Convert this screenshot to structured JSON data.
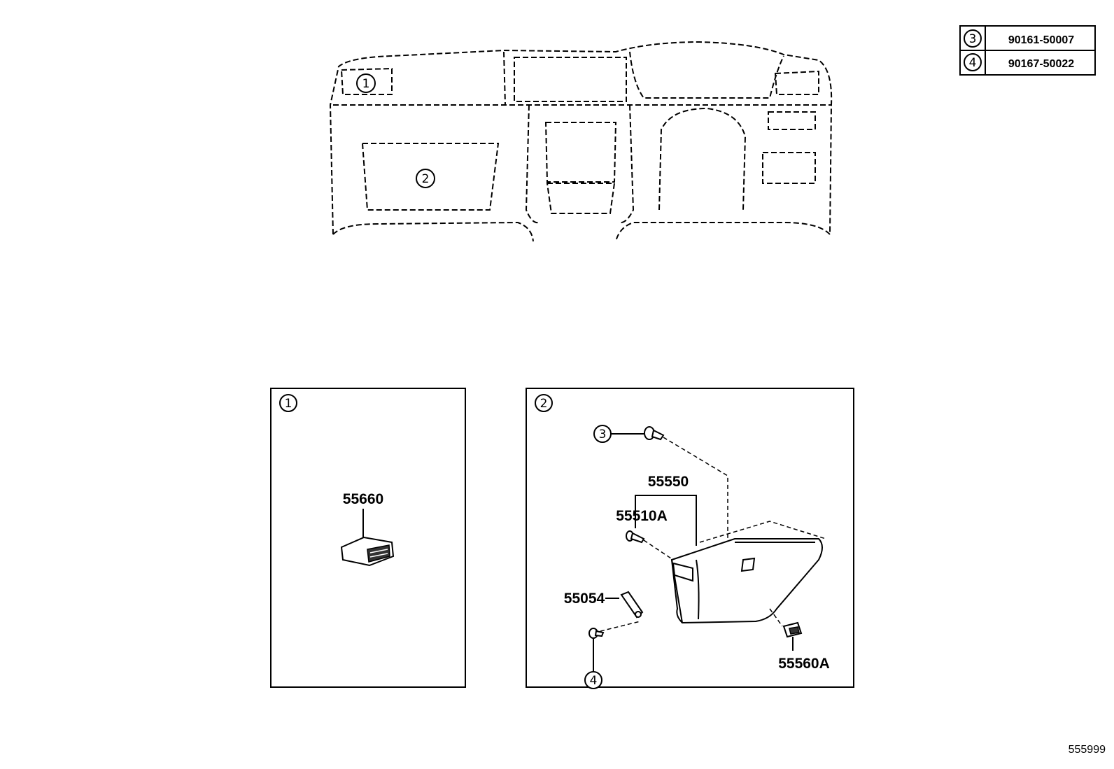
{
  "reference_table": [
    {
      "marker": "3",
      "part_number": "90161-50007"
    },
    {
      "marker": "4",
      "part_number": "90167-50022"
    }
  ],
  "overview_markers": [
    "1",
    "2"
  ],
  "detail_views": [
    {
      "marker": "1",
      "parts": [
        "55660"
      ]
    },
    {
      "marker": "2",
      "parts": [
        "55550",
        "55510A",
        "55054",
        "55560A"
      ],
      "fastener_markers": [
        "3",
        "4"
      ]
    }
  ],
  "diagram_id": "555999"
}
